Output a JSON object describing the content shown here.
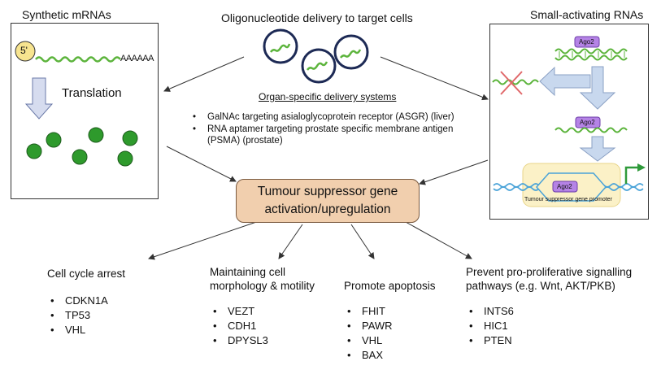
{
  "synthetic": {
    "title": "Synthetic mRNAs",
    "five_prime": "5'",
    "poly_a": "AAAAAA",
    "translation": "Translation"
  },
  "delivery": {
    "title": "Oligonucleotide delivery to target cells",
    "systems_title": "Organ-specific delivery systems",
    "items": [
      "GalNAc targeting asialoglycoprotein receptor (ASGR) (liver)",
      "RNA aptamer targeting prostate specific membrane antigen (PSMA) (prostate)"
    ]
  },
  "sarna": {
    "title": "Small-activating RNAs",
    "ago2": "Ago2",
    "promoter": "Tumour suppressor gene promoter"
  },
  "center": {
    "line1": "Tumour suppressor gene",
    "line2": "activation/upregulation"
  },
  "outcomes": [
    {
      "heading": "Cell cycle arrest",
      "genes": [
        "CDKN1A",
        "TP53",
        "VHL"
      ]
    },
    {
      "heading": "Maintaining cell morphology & motility",
      "genes": [
        "VEZT",
        "CDH1",
        "DPYSL3"
      ]
    },
    {
      "heading": "Promote apoptosis",
      "genes": [
        "FHIT",
        "PAWR",
        "VHL",
        "BAX"
      ]
    },
    {
      "heading": "Prevent pro-proliferative signalling pathways (e.g. Wnt, AKT/PKB)",
      "genes": [
        "INTS6",
        "HIC1",
        "PTEN"
      ]
    }
  ],
  "colors": {
    "center_fill": "#f1cfae",
    "rna_green": "#5cb43c",
    "dna_blue": "#4aa3d8",
    "ago2_purple": "#b583e6",
    "cross_red": "#e0686a",
    "arrow_blue": "#c8d8ee"
  }
}
